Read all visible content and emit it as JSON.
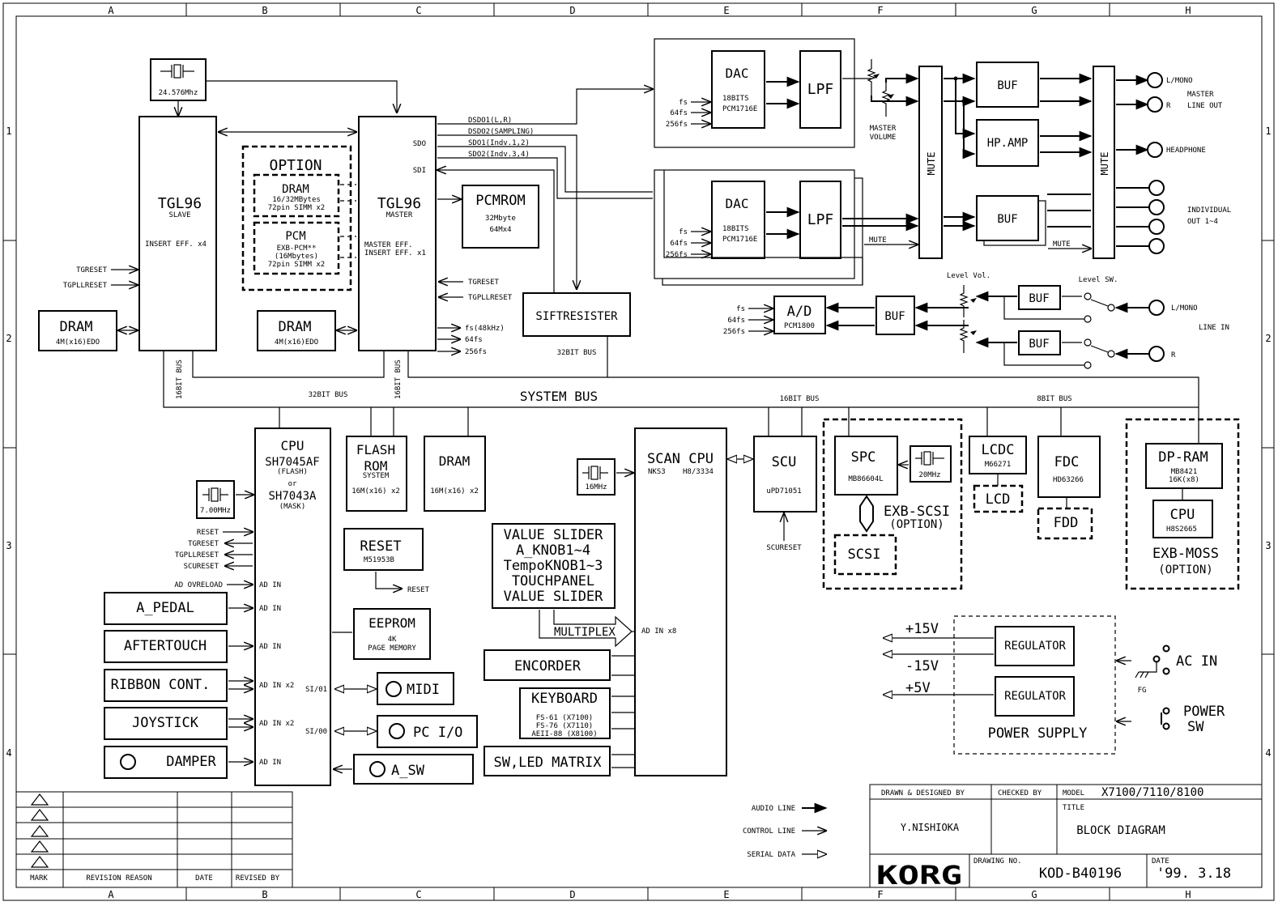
{
  "grid": {
    "cols": [
      "A",
      "B",
      "C",
      "D",
      "E",
      "F",
      "G",
      "H"
    ],
    "rows": [
      "1",
      "2",
      "3",
      "4"
    ]
  },
  "crystal1": "24.576Mhz",
  "tgl_slave": {
    "name": "TGL96",
    "sub": "SLAVE",
    "eff": "INSERT EFF. x4",
    "reset": "TGRESET",
    "pll": "TGPLLRESET"
  },
  "tgl_master": {
    "name": "TGL96",
    "sub": "MASTER",
    "eff1": "MASTER EFF.",
    "eff2": "INSERT EFF. x1",
    "sdo": "SDO",
    "sdi": "SDI",
    "reset": "TGRESET",
    "pll": "TGPLLRESET"
  },
  "option": {
    "title": "OPTION",
    "dram": "DRAM",
    "dram_cap": "16/32MBytes",
    "dram_simm": "72pin SIMM x2",
    "pcm": "PCM",
    "pcm_l1": "EXB-PCM**",
    "pcm_l2": "(16Mbytes)",
    "pcm_l3": "72pin SIMM x2"
  },
  "dram_slave": {
    "title": "DRAM",
    "sub": "4M(x16)EDO"
  },
  "dram_master": {
    "title": "DRAM",
    "sub": "4M(x16)EDO"
  },
  "pcmrom": {
    "title": "PCMROM",
    "l1": "32Mbyte",
    "l2": "64Mx4"
  },
  "sig": {
    "dsdo1": "DSDO1(L,R)",
    "dsdo2": "DSDO2(SAMPLING)",
    "sdo1": "SDO1(Indv.1,2)",
    "sdo2": "SDO2(Indv.3,4)",
    "fs48": "fs(48kHz)",
    "fs64": "64fs",
    "fs256": "256fs",
    "fs": "fs",
    "bus32": "32BIT BUS",
    "bus16": "16BIT BUS",
    "bus8": "8BIT BUS",
    "system_bus": "SYSTEM BUS"
  },
  "sift": "SIFTRESISTER",
  "dac1": {
    "title": "DAC",
    "l1": "18BITS",
    "l2": "PCM1716E"
  },
  "dac2": {
    "title": "DAC",
    "l1": "18BITS",
    "l2": "PCM1716E"
  },
  "lpf": "LPF",
  "master_volume": [
    "MASTER",
    "VOLUME"
  ],
  "mute": "MUTE",
  "buf": "BUF",
  "hpamp": "HP.AMP",
  "outputs": {
    "lmono": "L/MONO",
    "r": "R",
    "master_line_out": [
      "MASTER",
      "LINE OUT"
    ],
    "headphone": "HEADPHONE",
    "individual": [
      "INDIVIDUAL",
      "OUT 1~4"
    ]
  },
  "adc": {
    "title": "A/D",
    "sub": "PCM1800"
  },
  "level_vol": "Level Vol.",
  "level_sw": "Level SW.",
  "line_in": "LINE IN",
  "cpu": {
    "title": "CPU",
    "l1": "SH7045AF",
    "l2": "(FLASH)",
    "l3": "or",
    "l4": "SH7043A",
    "l5": "(MASK)",
    "adin": "AD IN",
    "adin2": "AD IN x2",
    "si01": "SI/01",
    "si00": "SI/00"
  },
  "crystal2": "7.00MHz",
  "cpu_sigs": [
    "RESET",
    "TGRESET",
    "TGPLLRESET",
    "SCURESET",
    "AD OVRELOAD"
  ],
  "flash": {
    "l1": "FLASH",
    "l2": "ROM",
    "l3": "SYSTEM",
    "l4": "16M(x16) x2"
  },
  "dram_sys": {
    "title": "DRAM",
    "sub": "16M(x16) x2"
  },
  "reset_ic": {
    "title": "RESET",
    "sub": "M51953B",
    "out": "RESET"
  },
  "eeprom": {
    "title": "EEPROM",
    "l1": "4K",
    "l2": "PAGE MEMORY"
  },
  "inputs": {
    "pedal": "A_PEDAL",
    "after": "AFTERTOUCH",
    "ribbon": "RIBBON CONT.",
    "joy": "JOYSTICK",
    "damper": "DAMPER"
  },
  "io": {
    "midi": "MIDI",
    "pc": "PC I/O",
    "asw": "A_SW"
  },
  "vs": [
    "VALUE SLIDER",
    "A_KNOB1~4",
    "TempoKNOB1~3",
    "TOUCHPANEL",
    "VALUE SLIDER"
  ],
  "multiplex": "MULTIPLEX",
  "encorder": "ENCORDER",
  "keyboard": {
    "title": "KEYBOARD",
    "l1": "FS-61 (X7100)",
    "l2": "FS-76 (X7110)",
    "l3": "AEII-88 (X8100)"
  },
  "swled": "SW,LED MATRIX",
  "scan": {
    "title": "SCAN CPU",
    "l1": "NKS3",
    "l2": "H8/3334",
    "adin": "AD IN x8"
  },
  "crystal3": "16MHz",
  "scu": {
    "title": "SCU",
    "sub": "uPD71051",
    "reset": "SCURESET"
  },
  "spc": {
    "title": "SPC",
    "sub": "MB86604L"
  },
  "crystal4": "20MHz",
  "exb_scsi": {
    "l1": "EXB-SCSI",
    "l2": "(OPTION)",
    "scsi": "SCSI"
  },
  "lcdc": {
    "title": "LCDC",
    "sub": "M66271",
    "lcd": "LCD"
  },
  "fdc": {
    "title": "FDC",
    "sub": "HD63266",
    "fdd": "FDD"
  },
  "dpram": {
    "title": "DP-RAM",
    "l1": "MB8421",
    "l2": "16K(x8)"
  },
  "moss_cpu": {
    "title": "CPU",
    "sub": "H8S2665"
  },
  "exb_moss": {
    "l1": "EXB-MOSS",
    "l2": "(OPTION)"
  },
  "power": {
    "p15": "+15V",
    "m15": "-15V",
    "p5": "+5V",
    "reg": "REGULATOR",
    "supply": "POWER SUPPLY",
    "ac": "AC IN",
    "fg": "FG",
    "psw": [
      "POWER",
      "SW"
    ]
  },
  "legend": {
    "audio": "AUDIO LINE",
    "control": "CONTROL LINE",
    "serial": "SERIAL DATA"
  },
  "title_block": {
    "drawn": "DRAWN & DESIGNED BY",
    "checked": "CHECKED BY",
    "model_label": "MODEL",
    "model": "X7100/7110/8100",
    "title_label": "TITLE",
    "title": "BLOCK DIAGRAM",
    "designer": "Y.NISHIOKA",
    "logo": "KORG",
    "drawing_label": "DRAWING NO.",
    "drawing": "KOD-B40196",
    "date_label": "DATE",
    "date": "'99. 3.18"
  },
  "revision": {
    "mark": "MARK",
    "reason": "REVISION REASON",
    "date": "DATE",
    "by": "REVISED BY"
  }
}
